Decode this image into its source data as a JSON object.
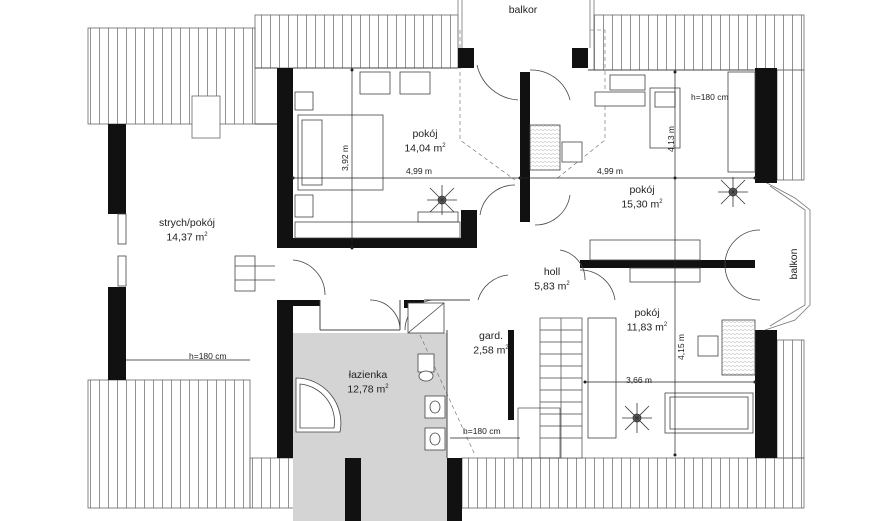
{
  "rooms": [
    {
      "id": "strych",
      "name": "strych/pokój",
      "area": "14,37 m",
      "sup": "2"
    },
    {
      "id": "pokoj1",
      "name": "pokój",
      "area": "14,04 m",
      "sup": "2"
    },
    {
      "id": "pokoj2",
      "name": "pokój",
      "area": "15,30 m",
      "sup": "2"
    },
    {
      "id": "holl",
      "name": "holl",
      "area": "5,83 m",
      "sup": "2"
    },
    {
      "id": "pokoj3",
      "name": "pokój",
      "area": "11,83 m",
      "sup": "2"
    },
    {
      "id": "gard",
      "name": "gard.",
      "area": "2,58 m",
      "sup": "2"
    },
    {
      "id": "lazienka",
      "name": "łazienka",
      "area": "12,78 m",
      "sup": "2"
    }
  ],
  "labels": {
    "balkon_top": "balkor",
    "balkon_right": "balkon"
  },
  "dimensions": {
    "p1_width": "4,99 m",
    "p1_height": "3,92 m",
    "p2_width": "4,99 m",
    "p2_height": "4,13 m",
    "p3_width": "3,66 m",
    "p3_height": "4,15 m",
    "h_strych": "h=180 cm",
    "h_p2": "h=180 cm",
    "h_bath": "h=180 cm"
  }
}
